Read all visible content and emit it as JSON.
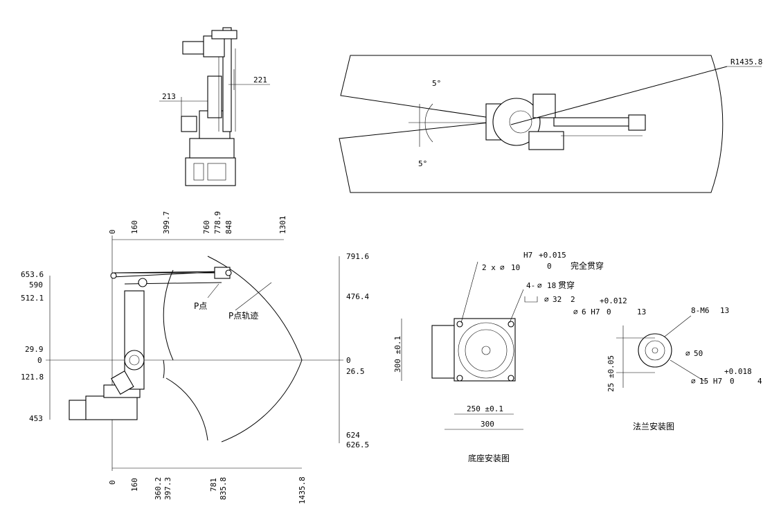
{
  "top_view": {
    "dim_213": "213",
    "dim_221": "221"
  },
  "plan_view": {
    "radius_label": "R1435.8",
    "angle_top": "5°",
    "angle_bottom": "5°"
  },
  "side_view": {
    "top_x": [
      "0",
      "160",
      "399.7",
      "760",
      "778.9",
      "848",
      "1301"
    ],
    "bottom_x": [
      "0",
      "160",
      "360.2",
      "397.3",
      "781",
      "835.8",
      "1435.8"
    ],
    "left_y": [
      "653.6",
      "590",
      "512.1",
      "29.9",
      "0",
      "121.8",
      "453"
    ],
    "right_y": [
      "791.6",
      "476.4",
      "0",
      "26.5",
      "624",
      "626.5"
    ],
    "p_point_label": "P点",
    "p_trajectory_label": "P点轨迹"
  },
  "base_view": {
    "pin_hole_left": "2 x",
    "pin_hole_dia": "10",
    "pin_tol_class": "H7",
    "pin_tol_upper": "+0.015",
    "pin_tol_lower": "0",
    "pin_note": "完全贯穿",
    "mount_holes": "4-",
    "mount_hole_dia": "18",
    "mount_note": "贯穿",
    "cbore_dia": "32",
    "cbore_depth": "2",
    "dim_300_vert": "300 ±0.1",
    "dim_250": "250 ±0.1",
    "dim_300": "300",
    "caption": "底座安装图"
  },
  "flange_view": {
    "hole_6": "6 H7",
    "hole_6_upper": "+0.012",
    "hole_6_lower": "0",
    "hole_6_depth": "13",
    "thread": "8-M6",
    "thread_depth": "13",
    "dia_50": "50",
    "dim_25": "25 ±0.05",
    "hole_15": "15 H7",
    "hole_15_upper": "+0.018",
    "hole_15_lower": "0",
    "hole_15_depth": "4",
    "caption": "法兰安装图"
  }
}
